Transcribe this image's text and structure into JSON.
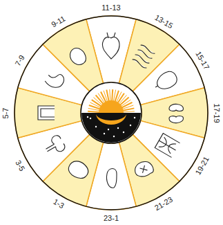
{
  "diagram": {
    "labels": [
      "11-13",
      "13-15",
      "15-17",
      "17-19",
      "19-21",
      "21-23",
      "23-1",
      "1-3",
      "3-5",
      "5-7",
      "7-9",
      "9-11"
    ]
  }
}
